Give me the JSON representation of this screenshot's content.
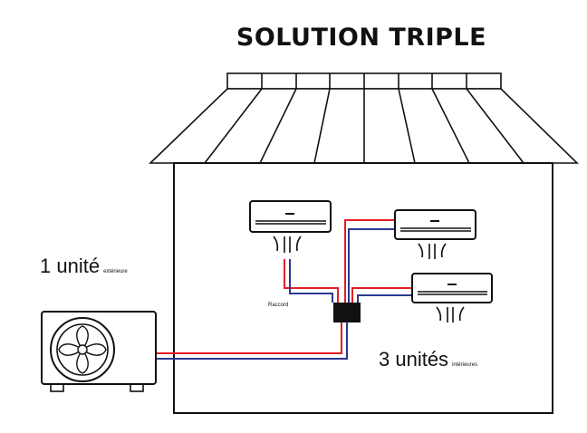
{
  "title": "SOLUTION TRIPLE",
  "outdoor": {
    "count_text": "1 unité",
    "suffix": "extérieure"
  },
  "indoor": {
    "count_text": "3 unités",
    "suffix": "intérieures"
  },
  "raccord_label": "Raccord",
  "colors": {
    "line": "#111111",
    "pipe_red": "#e31e24",
    "pipe_blue": "#2b3990",
    "background": "#ffffff"
  },
  "icons": {
    "outdoor_unit": "fan-icon",
    "indoor_unit": "air-conditioner-icon",
    "connector": "raccord-box",
    "airflow": "airflow-icon"
  }
}
